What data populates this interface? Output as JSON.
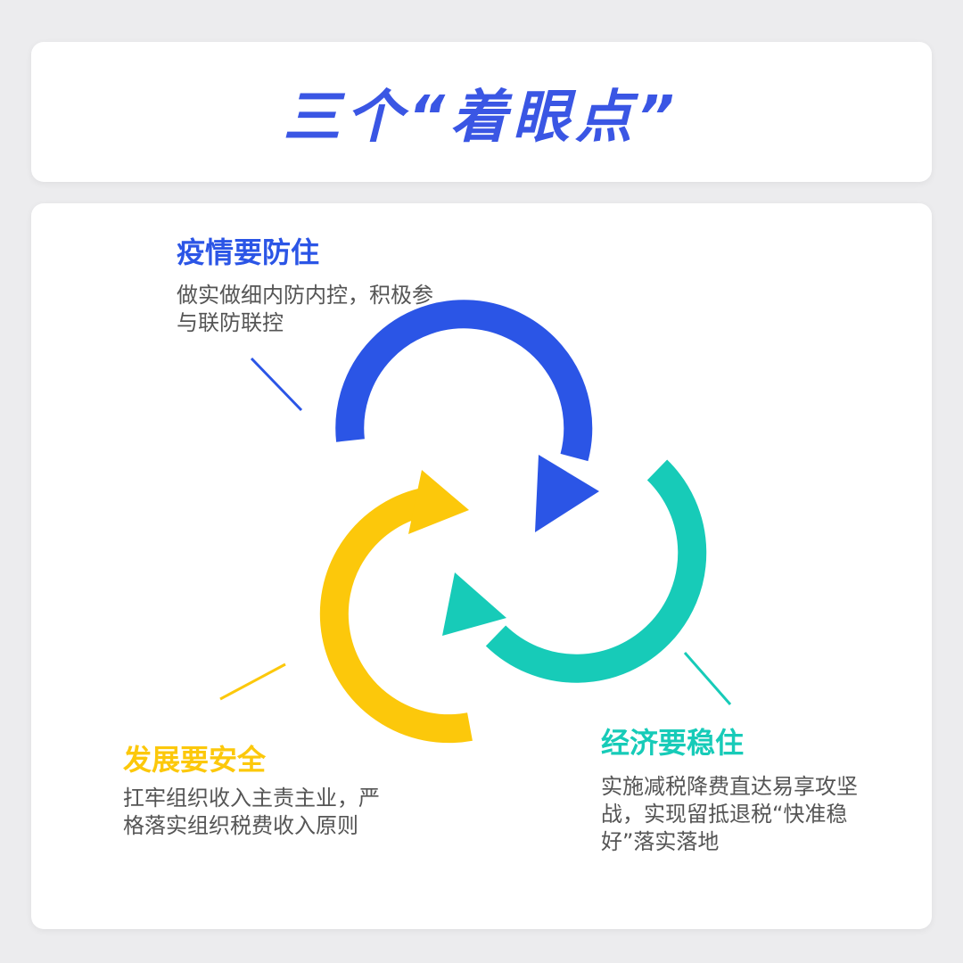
{
  "header": {
    "title": "三个“着眼点”"
  },
  "colors": {
    "blue": "#2b55e6",
    "teal": "#17cbb8",
    "yellow": "#fcc80b",
    "title_blue": "#3a56e4"
  },
  "items": [
    {
      "title": "疫情要防住",
      "description": "做实做细内防内控，积极参\n与联防联控",
      "color": "#2b55e6"
    },
    {
      "title": "经济要稳住",
      "description": "实施减税降费直达易享攻坚\n战，实现留抵退税“快准稳\n好”落实落地",
      "color": "#17cbb8"
    },
    {
      "title": "发展要安全",
      "description": "扛牢组织收入主责主业，严\n格落实组织税费收入原则",
      "color": "#fcc80b"
    }
  ]
}
